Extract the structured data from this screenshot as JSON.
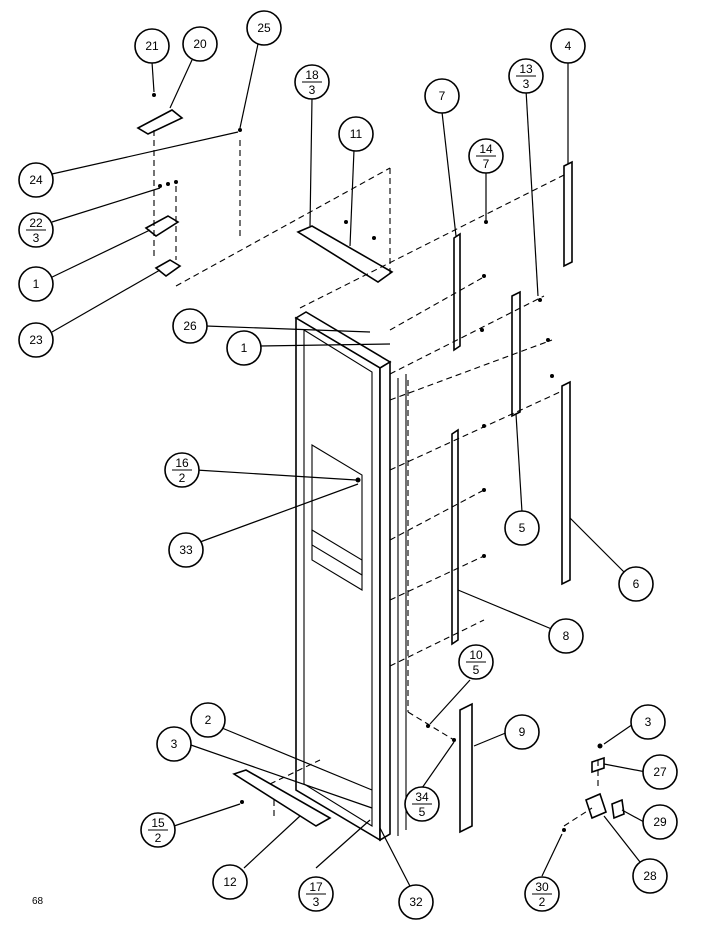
{
  "diagram": {
    "page_number": "68",
    "callouts": [
      {
        "id": "c21",
        "label": "21"
      },
      {
        "id": "c20",
        "label": "20"
      },
      {
        "id": "c25",
        "label": "25"
      },
      {
        "id": "c24",
        "label": "24"
      },
      {
        "id": "c22",
        "label": "22",
        "sub": "3"
      },
      {
        "id": "c1a",
        "label": "1"
      },
      {
        "id": "c23",
        "label": "23"
      },
      {
        "id": "c18",
        "label": "18",
        "sub": "3"
      },
      {
        "id": "c11",
        "label": "11"
      },
      {
        "id": "c7",
        "label": "7"
      },
      {
        "id": "c14",
        "label": "14",
        "sub": "7"
      },
      {
        "id": "c13",
        "label": "13",
        "sub": "3"
      },
      {
        "id": "c4",
        "label": "4"
      },
      {
        "id": "c26",
        "label": "26"
      },
      {
        "id": "c1b",
        "label": "1"
      },
      {
        "id": "c16",
        "label": "16",
        "sub": "2"
      },
      {
        "id": "c33",
        "label": "33"
      },
      {
        "id": "c5",
        "label": "5"
      },
      {
        "id": "c6",
        "label": "6"
      },
      {
        "id": "c8",
        "label": "8"
      },
      {
        "id": "c10",
        "label": "10",
        "sub": "5"
      },
      {
        "id": "c9",
        "label": "9"
      },
      {
        "id": "c34",
        "label": "34",
        "sub": "5"
      },
      {
        "id": "c2",
        "label": "2"
      },
      {
        "id": "c3a",
        "label": "3"
      },
      {
        "id": "c15",
        "label": "15",
        "sub": "2"
      },
      {
        "id": "c12",
        "label": "12"
      },
      {
        "id": "c17",
        "label": "17",
        "sub": "3"
      },
      {
        "id": "c32",
        "label": "32"
      },
      {
        "id": "c3b",
        "label": "3"
      },
      {
        "id": "c27",
        "label": "27"
      },
      {
        "id": "c29",
        "label": "29"
      },
      {
        "id": "c28",
        "label": "28"
      },
      {
        "id": "c30",
        "label": "30",
        "sub": "2"
      }
    ]
  }
}
